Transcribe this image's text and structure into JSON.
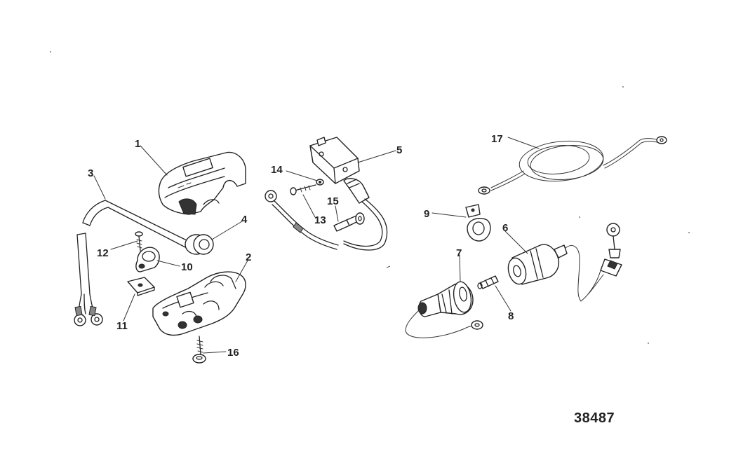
{
  "catalog_number": "38487",
  "callouts": [
    {
      "id": "1",
      "label": "1"
    },
    {
      "id": "2",
      "label": "2"
    },
    {
      "id": "3",
      "label": "3"
    },
    {
      "id": "4",
      "label": "4"
    },
    {
      "id": "5",
      "label": "5"
    },
    {
      "id": "6",
      "label": "6"
    },
    {
      "id": "7",
      "label": "7"
    },
    {
      "id": "8",
      "label": "8"
    },
    {
      "id": "9",
      "label": "9"
    },
    {
      "id": "10",
      "label": "10"
    },
    {
      "id": "11",
      "label": "11"
    },
    {
      "id": "12",
      "label": "12"
    },
    {
      "id": "13",
      "label": "13"
    },
    {
      "id": "14",
      "label": "14"
    },
    {
      "id": "15",
      "label": "15"
    },
    {
      "id": "16",
      "label": "16"
    },
    {
      "id": "17",
      "label": "17"
    }
  ]
}
